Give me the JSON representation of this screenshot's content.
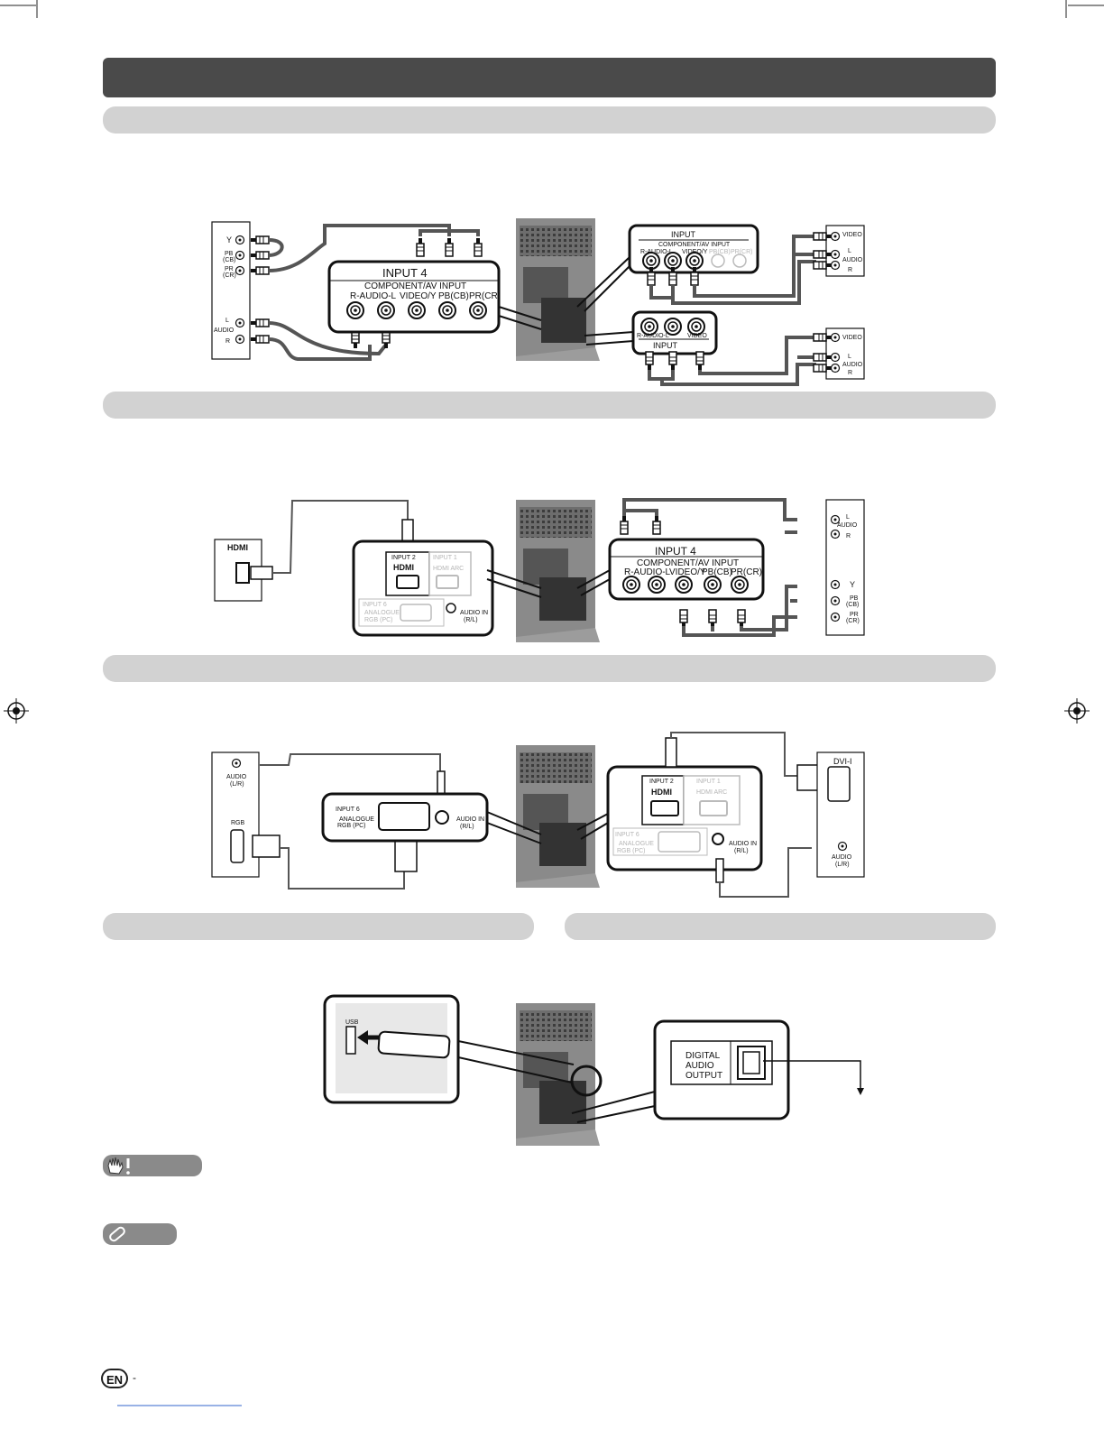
{
  "section1": {
    "source_labels": {
      "y": "Y",
      "pb": "PB",
      "pb_sub": "(CB)",
      "pr": "PR",
      "pr_sub": "(CR)",
      "audio_l": "L",
      "audio": "AUDIO",
      "audio_r": "R"
    },
    "panel_title": "INPUT 4",
    "panel_sub": "COMPONENT/AV INPUT",
    "jacks": [
      "R-AUDIO-L",
      "VIDEO/Y",
      "PB(CB)",
      "PR(CR)"
    ],
    "av_top": {
      "title": "INPUT",
      "sub": "COMPONENT/AV INPUT",
      "jacks": [
        "R-AUDIO-L",
        "VIDEO/Y",
        "PB(CB)",
        "PR(CR)"
      ]
    },
    "av_bottom": {
      "jacks": [
        "R-AUDIO-L",
        "VIDEO"
      ],
      "title": "INPUT"
    },
    "right_labels": {
      "video": "VIDEO",
      "l": "L",
      "audio": "AUDIO",
      "r": "R"
    }
  },
  "section2": {
    "hdmi_device": "HDMI",
    "panel": {
      "input2": "INPUT 2",
      "input1": "INPUT 1",
      "hdmi": "HDMI",
      "hdmi_arc": "HDMI ARC",
      "input6": "INPUT 6",
      "analogue": "ANALOGUE",
      "rgb": "RGB (PC)",
      "audio_in": "AUDIO IN",
      "audio_in_sub": "(R/L)"
    },
    "comp_title": "INPUT 4",
    "comp_sub": "COMPONENT/AV INPUT",
    "jacks": [
      "R-AUDIO-L",
      "VIDEO/Y",
      "PB(CB)",
      "PR(CR)"
    ],
    "right_labels": {
      "l": "L",
      "audio": "AUDIO",
      "r": "R",
      "y": "Y",
      "pb": "PB",
      "pb_sub": "(CB)",
      "pr": "PR",
      "pr_sub": "(CR)"
    }
  },
  "section3": {
    "left_labels": {
      "audio": "AUDIO",
      "audio_sub": "(L/R)",
      "rgb": "RGB"
    },
    "panel": {
      "input6": "INPUT 6",
      "analogue": "ANALOGUE",
      "rgb": "RGB (PC)",
      "audio_in": "AUDIO IN",
      "audio_in_sub": "(R/L)"
    },
    "right_panel": {
      "input2": "INPUT 2",
      "input1": "INPUT 1",
      "hdmi": "HDMI",
      "hdmi_arc": "HDMI ARC",
      "input6": "INPUT 6",
      "analogue": "ANALOGUE",
      "rgb": "RGB (PC)",
      "audio_in": "AUDIO IN",
      "audio_in_sub": "(R/L)"
    },
    "right_labels": {
      "dvi": "DVI-I",
      "audio": "AUDIO",
      "audio_sub": "(L/R)"
    }
  },
  "section4": {
    "usb": "USB",
    "digital_audio": [
      "DIGITAL",
      "AUDIO",
      "OUTPUT"
    ]
  },
  "footer": {
    "lang": "EN",
    "dash": "-"
  },
  "colors": {
    "main_bar": "#4a4a4a",
    "section_bar": "#d2d2d2",
    "badge": "#8a8a8a"
  },
  "icons": [
    "hand-caution-icon",
    "note-pencil-icon",
    "registration-mark-icon"
  ]
}
